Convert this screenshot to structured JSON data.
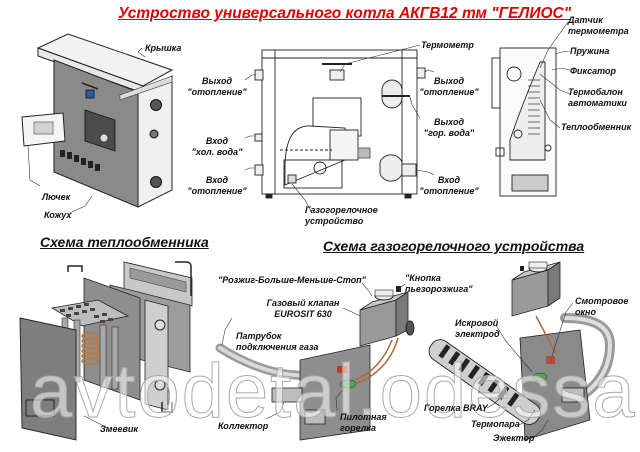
{
  "title": "Устроство универсального котла АКГВ12 тм \"ГЕЛИОС\"",
  "sections": {
    "heat_exchanger_title": "Схема теплообменника",
    "gas_burner_title": "Схема газогорелочного устройства"
  },
  "labels": {
    "exterior": {
      "lid": "Крышка",
      "hatch": "Лючек",
      "casing": "Кожух"
    },
    "front": {
      "heating_outlet_left_1": "Выход",
      "heating_outlet_left_2": "\"отопление\"",
      "cold_inlet_1": "Вход",
      "cold_inlet_2": "\"хол. вода\"",
      "heating_inlet_left_1": "Вход",
      "heating_inlet_left_2": "\"отопление\"",
      "thermometer": "Термометр",
      "heating_outlet_right_1": "Выход",
      "heating_outlet_right_2": "\"отопление\"",
      "hot_outlet_1": "Выход",
      "hot_outlet_2": "\"гор. вода\"",
      "heating_inlet_right_1": "Вход",
      "heating_inlet_right_2": "\"отопление\"",
      "burner_device_1": "Газогорелочное",
      "burner_device_2": "устройство"
    },
    "section": {
      "sensor_1": "Датчик",
      "sensor_2": "термометра",
      "spring": "Пружина",
      "latch": "Фиксатор",
      "bulb_1": "Термобалон",
      "bulb_2": "автоматики",
      "heat_exchanger": "Теплообменник"
    },
    "exchanger": {
      "coil": "Змеевик"
    },
    "valve": {
      "control": "\"Розжиг-Больше-Меньше-Стоп\"",
      "piezo_1": "\"Кнопка",
      "piezo_2": "пьезорозжига\"",
      "gas_valve_1": "Газовый клапан",
      "gas_valve_2": "EUROSIT 630",
      "gas_pipe_1": "Патрубок",
      "gas_pipe_2": "подключения газа",
      "collector": "Коллектор",
      "pilot_1": "Пилотная",
      "pilot_2": "горелка"
    },
    "burner": {
      "sight_1": "Смотровое",
      "sight_2": "окно",
      "spark_1": "Искровой",
      "spark_2": "электрод",
      "bray": "Горелка BRAY",
      "thermocouple": "Термопара",
      "ejector": "Эжектор"
    }
  },
  "watermark": "avtodetal.odessa.ua",
  "colors": {
    "title": "#e00000",
    "metal_dark": "#6e6e6e",
    "metal_light": "#d9d9d9",
    "line": "#222222"
  }
}
